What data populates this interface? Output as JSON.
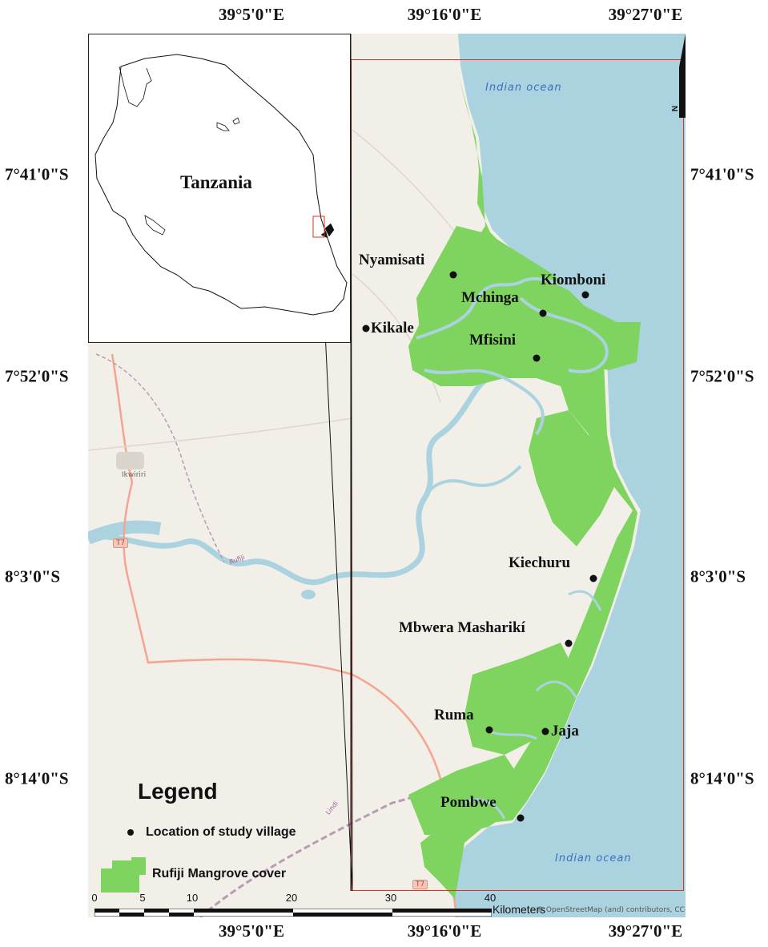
{
  "graticule": {
    "top": [
      "39°5'0\"E",
      "39°16'0\"E",
      "39°27'0\"E"
    ],
    "bottom": [
      "39°5'0\"E",
      "39°16'0\"E",
      "39°27'0\"E"
    ],
    "left": [
      "7°41'0\"S",
      "7°52'0\"S",
      "8°3'0\"S",
      "8°14'0\"S"
    ],
    "right": [
      "7°41'0\"S",
      "7°52'0\"S",
      "8°3'0\"S",
      "8°14'0\"S"
    ]
  },
  "inset": {
    "label": "Tanzania"
  },
  "villages": [
    "Nyamisati",
    "Kiomboni",
    "Mchinga",
    "Kikale",
    "Mfisini",
    "Kiechuru",
    "Mbwera Masharikí",
    "Ruma",
    "Jaja",
    "Pombwe"
  ],
  "basemap": {
    "ocean_label_1": "Indian ocean",
    "ocean_label_2": "Indian ocean",
    "town": "Ikwiriri",
    "road_1": "T7",
    "road_2": "T7",
    "river": "Rufiji",
    "district": "Lindi"
  },
  "legend": {
    "title": "Legend",
    "item_1": "Location of study village",
    "item_2": "Rufiji Mangrove cover"
  },
  "scale_bar": {
    "ticks": [
      "0",
      "5",
      "10",
      "20",
      "30",
      "40"
    ],
    "unit": "Kilometers"
  },
  "north_label": "N",
  "attribution": "© OpenStreetMap (and) contributors, CC-BY-SA",
  "colors": {
    "mangrove": "#7fd35f",
    "ocean": "#aad3df",
    "land": "#f2efe9",
    "river": "#aad3df",
    "road": "#f4a58f",
    "boundary": "#b89bb5",
    "study_area": "#e03020"
  }
}
